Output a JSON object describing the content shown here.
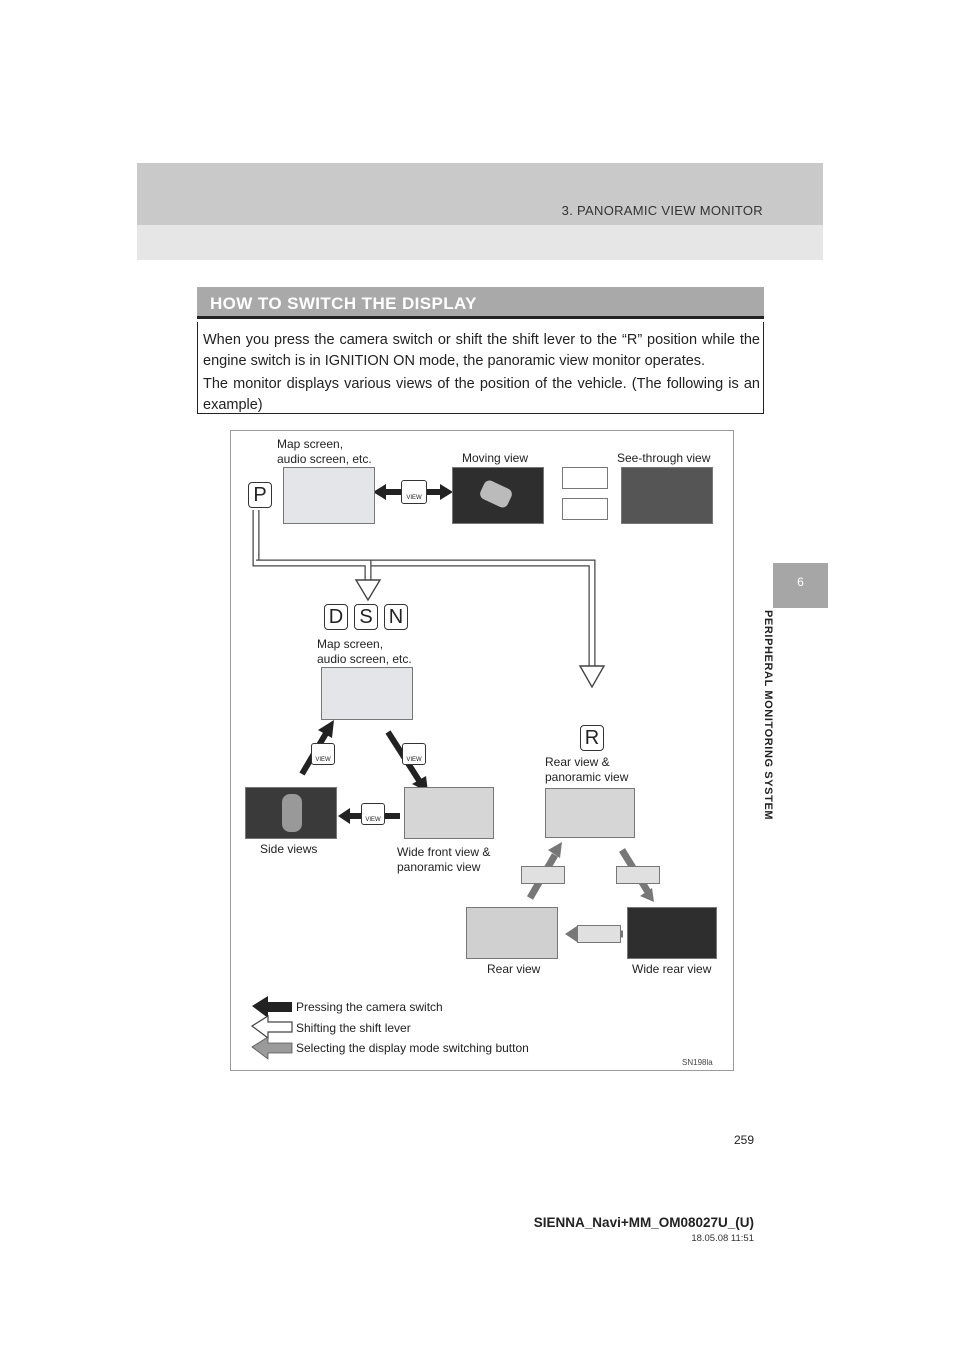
{
  "header": {
    "chapter_title": "3. PANORAMIC VIEW MONITOR"
  },
  "side_tab": {
    "number": "6",
    "label": "PERIPHERAL MONITORING SYSTEM"
  },
  "section": {
    "title": "HOW TO SWITCH THE DISPLAY",
    "paragraphs": [
      "When you press the camera switch or shift the shift lever to the “R” position while the engine switch is in IGNITION ON mode, the panoramic view monitor operates.",
      "The monitor displays various views of the position of the vehicle. (The following is an example)"
    ]
  },
  "figure": {
    "labels": {
      "map_screen_top_1": "Map screen,",
      "map_screen_top_2": "audio screen, etc.",
      "moving_view": "Moving view",
      "see_through_view": "See-through view",
      "map_screen_mid_1": "Map screen,",
      "map_screen_mid_2": "audio screen, etc.",
      "rear_panoramic_1": "Rear view &",
      "rear_panoramic_2": "panoramic view",
      "side_views": "Side views",
      "wide_front_1": "Wide front view &",
      "wide_front_2": "panoramic view",
      "rear_view": "Rear view",
      "wide_rear_view": "Wide rear view"
    },
    "gears": {
      "p": "P",
      "d": "D",
      "s": "S",
      "n": "N",
      "r": "R"
    },
    "view_button_text": "VIEW",
    "legend": [
      {
        "label": "Pressing the camera switch",
        "color": "#222222"
      },
      {
        "label": "Shifting the shift lever",
        "color": "#ffffff"
      },
      {
        "label": "Selecting the display mode switching button",
        "color": "#9a9a9a"
      }
    ],
    "code": "SN198la"
  },
  "footer": {
    "page_number": "259",
    "doc_code": "SIENNA_Navi+MM_OM08027U_(U)",
    "date": "18.05.08     11:51"
  }
}
